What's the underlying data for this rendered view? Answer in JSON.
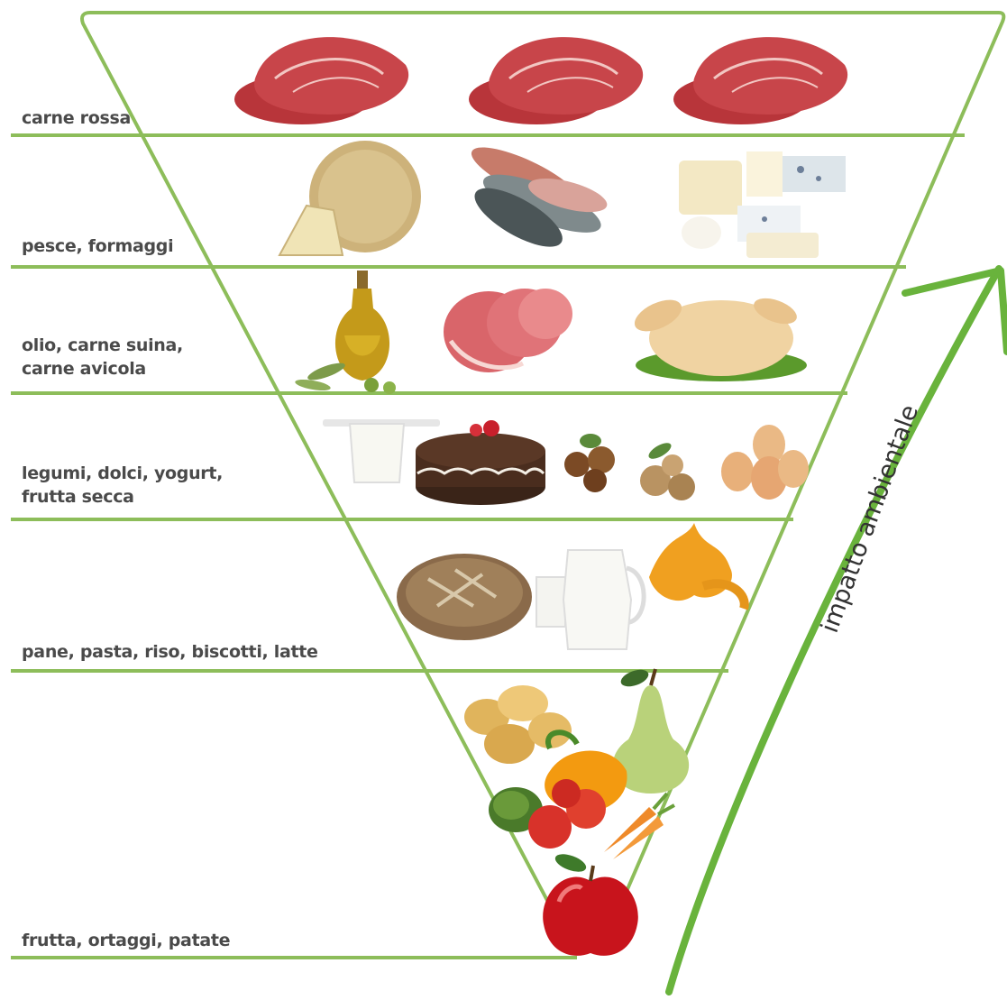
{
  "colors": {
    "line": "#8dbd5a",
    "arrow": "#69b33c",
    "text": "#4a4a4a"
  },
  "tiers": [
    {
      "label_lines": [
        "carne rossa"
      ],
      "foods": [
        "red-meat-steak",
        "red-meat-steak",
        "red-meat-steak"
      ]
    },
    {
      "label_lines": [
        "pesce, formaggi"
      ],
      "foods": [
        "cheese-wheel",
        "fish",
        "cheese-assortment"
      ]
    },
    {
      "label_lines": [
        "olio, carne suina,",
        "carne avicola"
      ],
      "foods": [
        "olive-oil-bottle",
        "pork-meat",
        "whole-chicken"
      ]
    },
    {
      "label_lines": [
        "legumi, dolci, yogurt,",
        "frutta secca"
      ],
      "foods": [
        "yogurt-cup",
        "chocolate-cake",
        "hazelnuts",
        "walnuts",
        "eggs"
      ]
    },
    {
      "label_lines": [
        "pane, pasta, riso, biscotti, latte"
      ],
      "foods": [
        "bread-loaf",
        "milk-jug",
        "pasta"
      ]
    },
    {
      "label_lines": [
        "frutta, ortaggi, patate"
      ],
      "foods": [
        "potatoes",
        "pear",
        "peppers",
        "tomatoes",
        "carrots",
        "lettuce",
        "apple"
      ]
    }
  ],
  "arrow_label": "impatto ambientale"
}
